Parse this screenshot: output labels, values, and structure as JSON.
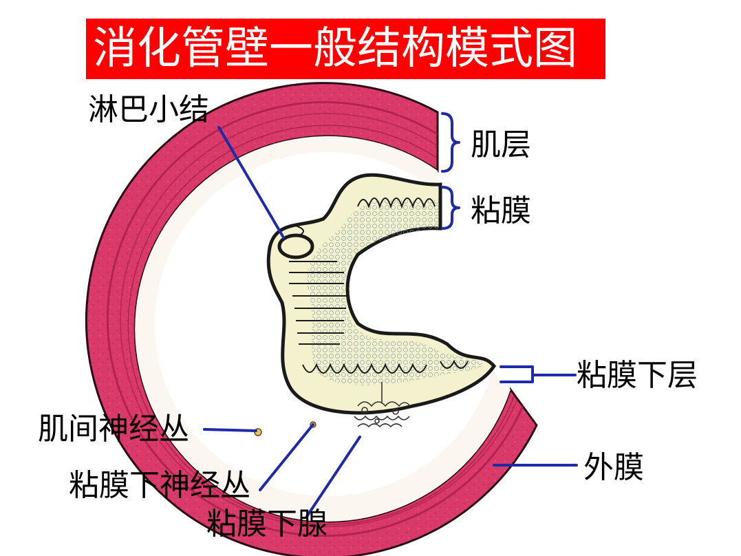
{
  "title": "消化管壁一般结构模式图",
  "labels": {
    "lymph_nodule": "淋巴小结",
    "muscularis": "肌层",
    "mucosa": "粘膜",
    "submucosa": "粘膜下层",
    "adventitia": "外膜",
    "myenteric_plexus": "肌间神经丛",
    "submucosal_plexus": "粘膜下神经丛",
    "submucosal_gland": "粘膜下腺"
  },
  "colors": {
    "title_bg": "#ff0000",
    "title_text": "#ffffff",
    "muscle": "#d93a6a",
    "muscle_dark": "#a81e48",
    "mucosa_fill": "#f4f1cf",
    "leader": "#1e2aa8",
    "outline": "#1a1a1a"
  }
}
